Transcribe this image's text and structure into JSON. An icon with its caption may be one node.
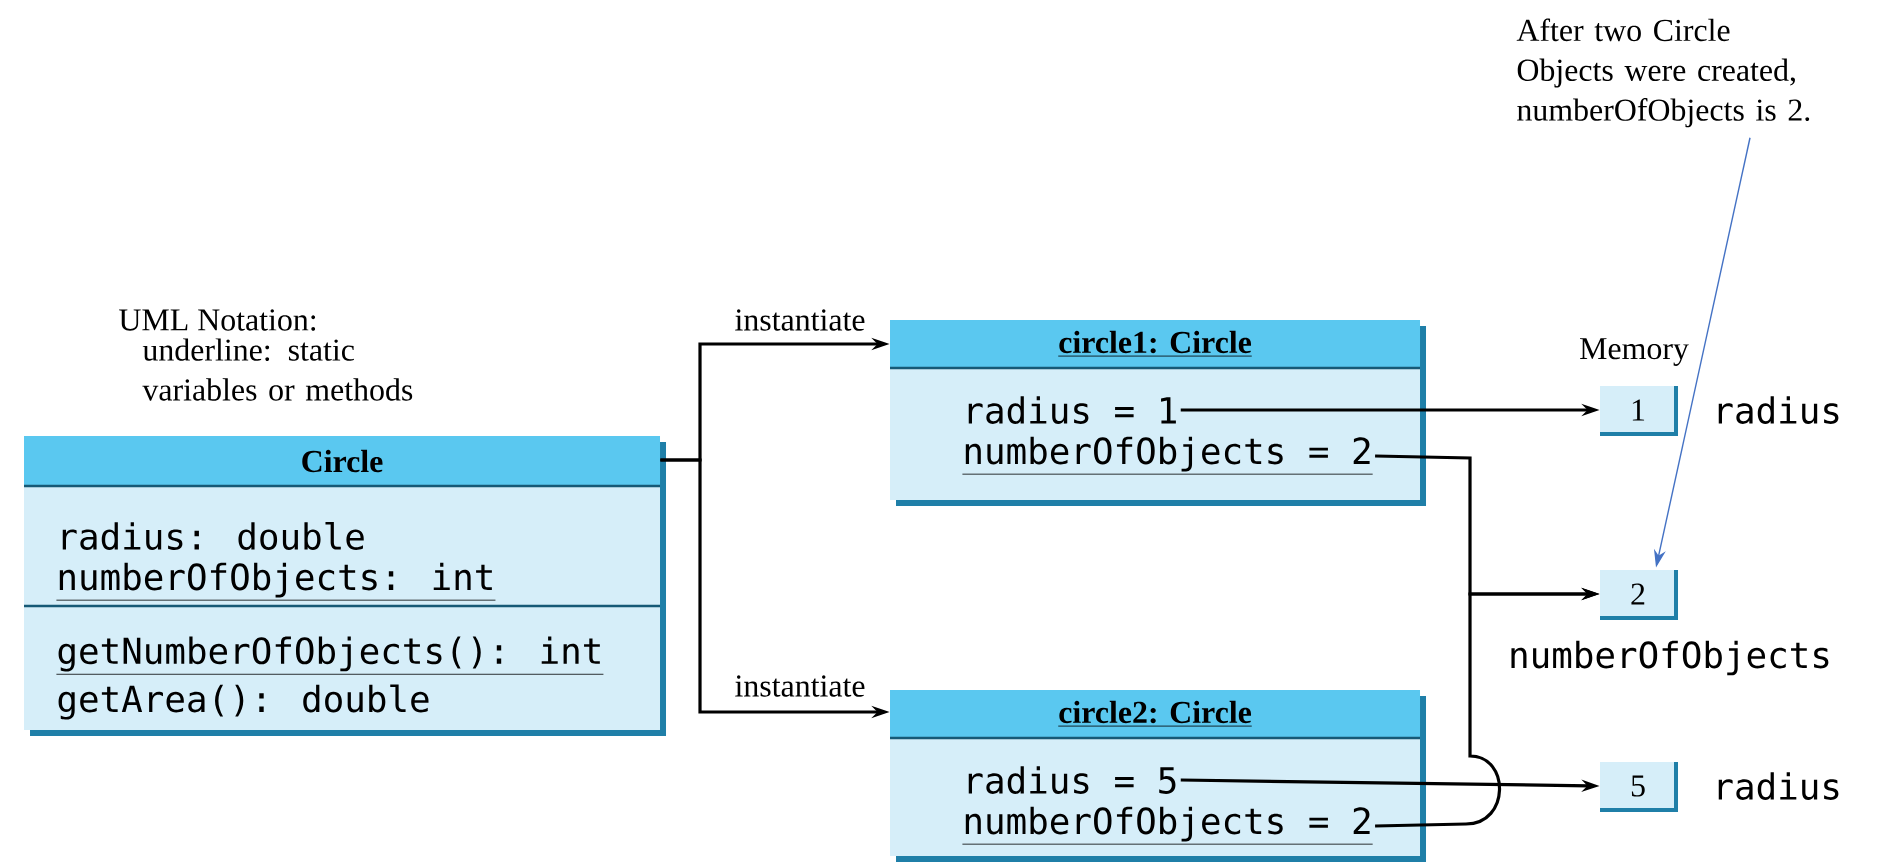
{
  "diagram": {
    "nodes": [
      {
        "text": [
          "Circle",
          "radius: double",
          "numberOfObjects: int",
          "getNumberOfObjects(): int",
          "getArea(): double"
        ]
      },
      {
        "text": [
          "circle1: Circle"
        ]
      },
      {
        "text": [
          "radius = 1"
        ],
        "in": 1
      },
      {
        "text": [
          "numberOfObjects = 2"
        ],
        "in": 1
      },
      {
        "text": [
          "circle2: Circle"
        ]
      },
      {
        "text": [
          "radius = 5"
        ],
        "in": 4
      },
      {
        "text": [
          "numberOfObjects = 2"
        ],
        "in": 4
      },
      {
        "text": [
          "1"
        ],
        "beside": [
          "radius"
        ]
      },
      {
        "text": [
          "2"
        ],
        "beside": [
          "numberOfObjects"
        ]
      },
      {
        "text": [
          "5"
        ],
        "beside": [
          "radius"
        ]
      },
      {
        "text": [
          "After two Circle Objects were created, numberOfObjects is 2."
        ]
      }
    ],
    "edges": [
      {
        "from": 0,
        "to": 1,
        "arrow": "to",
        "label": "instantiate"
      },
      {
        "from": 0,
        "to": 4,
        "arrow": "to",
        "label": "instantiate"
      },
      {
        "from": 2,
        "to": 7,
        "arrow": "to"
      },
      {
        "from": 3,
        "to": 8,
        "arrow": "to"
      },
      {
        "from": 6,
        "to": 8,
        "arrow": "to"
      },
      {
        "from": 5,
        "to": 9,
        "arrow": "to"
      },
      {
        "from": 10,
        "to": 8,
        "arrow": "to",
        "color": "#4472c4"
      }
    ],
    "labels": [
      "UML Notation:",
      "underline: static variables or methods",
      "Memory"
    ]
  }
}
